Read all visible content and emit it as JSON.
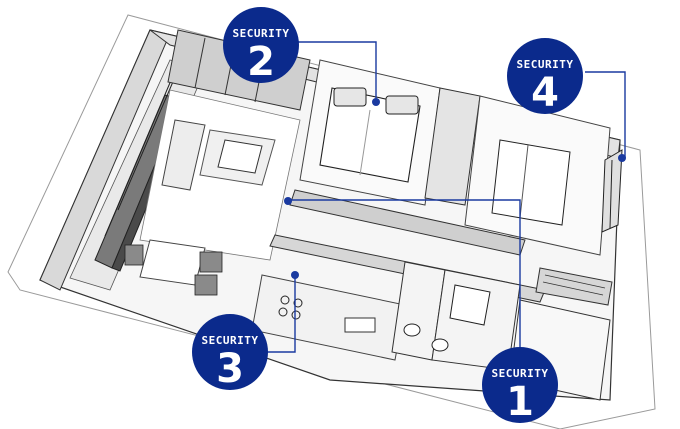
{
  "colors": {
    "badge": "#0b2a8c",
    "leader": "#1a3aa0",
    "wall": "#2c2c2c",
    "floor": "#f3f3f3",
    "room_shadow": "#cfcfcf"
  },
  "badges": [
    {
      "id": "security-1",
      "word": "SECURITY",
      "number": "1"
    },
    {
      "id": "security-2",
      "word": "SECURITY",
      "number": "2"
    },
    {
      "id": "security-3",
      "word": "SECURITY",
      "number": "3"
    },
    {
      "id": "security-4",
      "word": "SECURITY",
      "number": "4"
    }
  ],
  "icons": {
    "sensor": "sensor-dot-icon",
    "camera": "camera-icon"
  }
}
